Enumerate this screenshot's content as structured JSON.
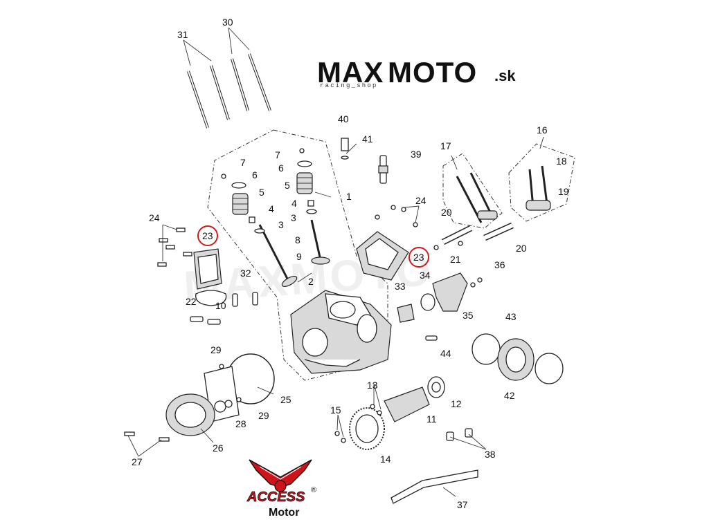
{
  "brand": {
    "name_prefix": "MAX",
    "name_suffix": "MOTO",
    "domain": ".sk",
    "tagline": "racing_shop",
    "watermark": "MAXMOTO"
  },
  "maker_logo": {
    "name": "ACCESS",
    "sub": "Motor",
    "registered": "®"
  },
  "highlight_color": "#d11a1a",
  "logo_red": "#d0121b",
  "labels": {
    "l1": "1",
    "l2": "2",
    "l3a": "3",
    "l3b": "3",
    "l4a": "4",
    "l4b": "4",
    "l5a": "5",
    "l5b": "5",
    "l6a": "6",
    "l6b": "6",
    "l7a": "7",
    "l7b": "7",
    "l8": "8",
    "l9": "9",
    "l10": "10",
    "l11": "11",
    "l12": "12",
    "l13": "13",
    "l14": "14",
    "l15": "15",
    "l16": "16",
    "l17": "17",
    "l18": "18",
    "l19": "19",
    "l20a": "20",
    "l20b": "20",
    "l21": "21",
    "l22": "22",
    "l23a": "23",
    "l23b": "23",
    "l24a": "24",
    "l24b": "24",
    "l25": "25",
    "l26": "26",
    "l27": "27",
    "l28": "28",
    "l29a": "29",
    "l29b": "29",
    "l30": "30",
    "l31": "31",
    "l32": "32",
    "l33": "33",
    "l34": "34",
    "l35": "35",
    "l36": "36",
    "l37": "37",
    "l38": "38",
    "l39": "39",
    "l40": "40",
    "l41": "41",
    "l42": "42",
    "l43": "43",
    "l44": "44"
  }
}
